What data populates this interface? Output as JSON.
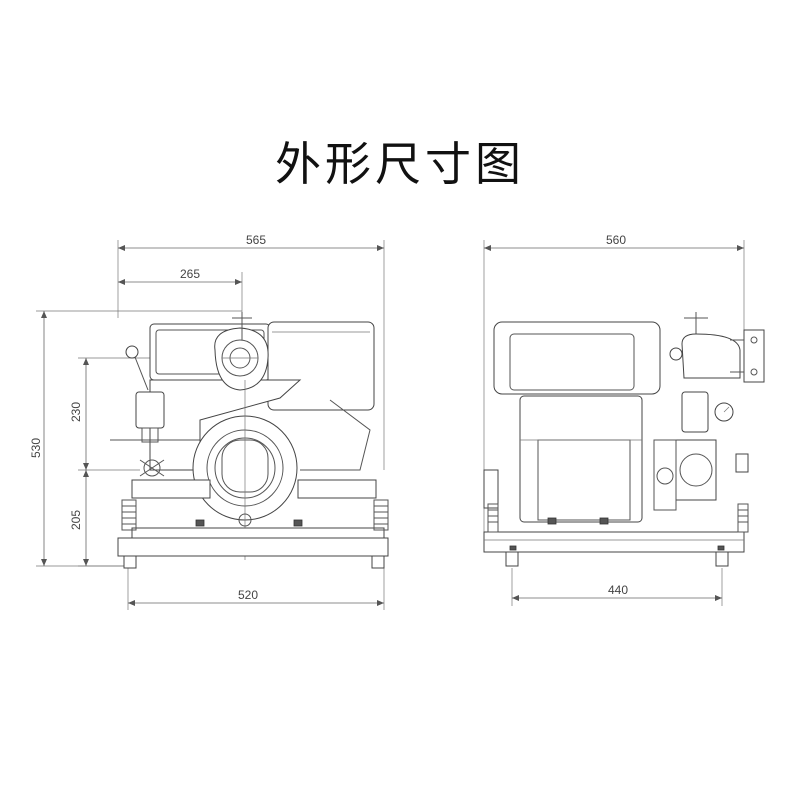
{
  "title": "外形尺寸图",
  "front_view": {
    "dim_overall_width": "565",
    "dim_partial_width": "265",
    "dim_overall_height": "530",
    "dim_upper_height": "230",
    "dim_lower_height": "205",
    "dim_base_width": "520"
  },
  "side_view": {
    "dim_overall_width": "560",
    "dim_base_width": "440"
  }
}
